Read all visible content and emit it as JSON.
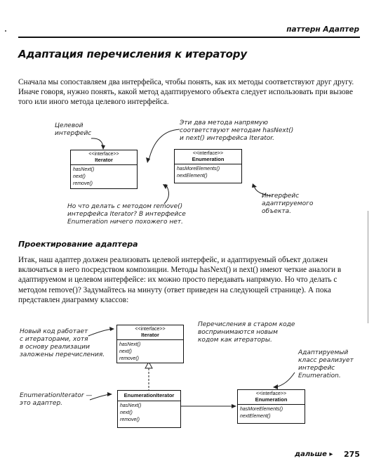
{
  "header": {
    "running_title": "паттерн Адаптер"
  },
  "title": "Адаптация перечисления к итератору",
  "intro": "Сначала мы сопоставляем два интерфейса, чтобы понять, как их методы соответствуют друг другу. Иначе говоря, нужно понять, какой метод адаптируемого объекта следует использовать при вызове того или иного метода целевого интерфейса.",
  "diagram1": {
    "note_target": [
      "Целевой",
      "интерфейс"
    ],
    "note_methods": [
      "Эти два метода напрямую",
      "соответствуют методам hasNext()",
      "и next() интерфейса Iterator."
    ],
    "note_adapted": [
      "Интерфейс",
      "адаптируемого",
      "объекта."
    ],
    "note_remove": [
      "Но что делать с методом remove()",
      "интерфейса Iterator? В интерфейсе",
      "Enumeration ничего похожего нет."
    ],
    "iterator": {
      "stereotype": "<<interface>>",
      "name": "Iterator",
      "methods": [
        "hasNext()",
        "next()",
        "remove()"
      ]
    },
    "enumeration": {
      "stereotype": "<<interface>>",
      "name": "Enumeration",
      "methods": [
        "hasMoreElements()",
        "nextElement()"
      ]
    }
  },
  "section_title": "Проектирование адаптера",
  "section_text": "Итак, наш адаптер должен реализовать целевой интерфейс, и адаптируемый объект должен включаться в него посредством композиции. Методы hasNext() и next() имеют четкие аналоги в адаптируемом и целевом интерфейсе: их можно просто передавать напрямую. Но что делать с методом remove()? Задумайтесь на минуту (ответ приведен на следующей странице). А пока представлен диаграмму классов:",
  "diagram2": {
    "note_new_code": [
      "Новый код работает",
      "с итераторами, хотя",
      "в основу реализации",
      "заложены перечисления."
    ],
    "note_old_code": [
      "Перечисления в старом коде",
      "воспринимаются новым",
      "кодом как итераторы."
    ],
    "note_adapted_class": [
      "Адаптируемый",
      "класс реализует",
      "интерфейс",
      "Enumeration."
    ],
    "note_adapter": [
      "EnumerationIterator —",
      "это адаптер."
    ],
    "iterator": {
      "stereotype": "<<interface>>",
      "name": "Iterator",
      "methods": [
        "hasNext()",
        "next()",
        "remove()"
      ]
    },
    "adapter": {
      "name": "EnumerationIterator",
      "methods": [
        "hasNext()",
        "next()",
        "remove()"
      ]
    },
    "enumeration": {
      "stereotype": "<<interface>>",
      "name": "Enumeration",
      "methods": [
        "hasMoreElements()",
        "nextElement()"
      ]
    }
  },
  "footer": {
    "next": "дальше ▸",
    "page": "275"
  }
}
